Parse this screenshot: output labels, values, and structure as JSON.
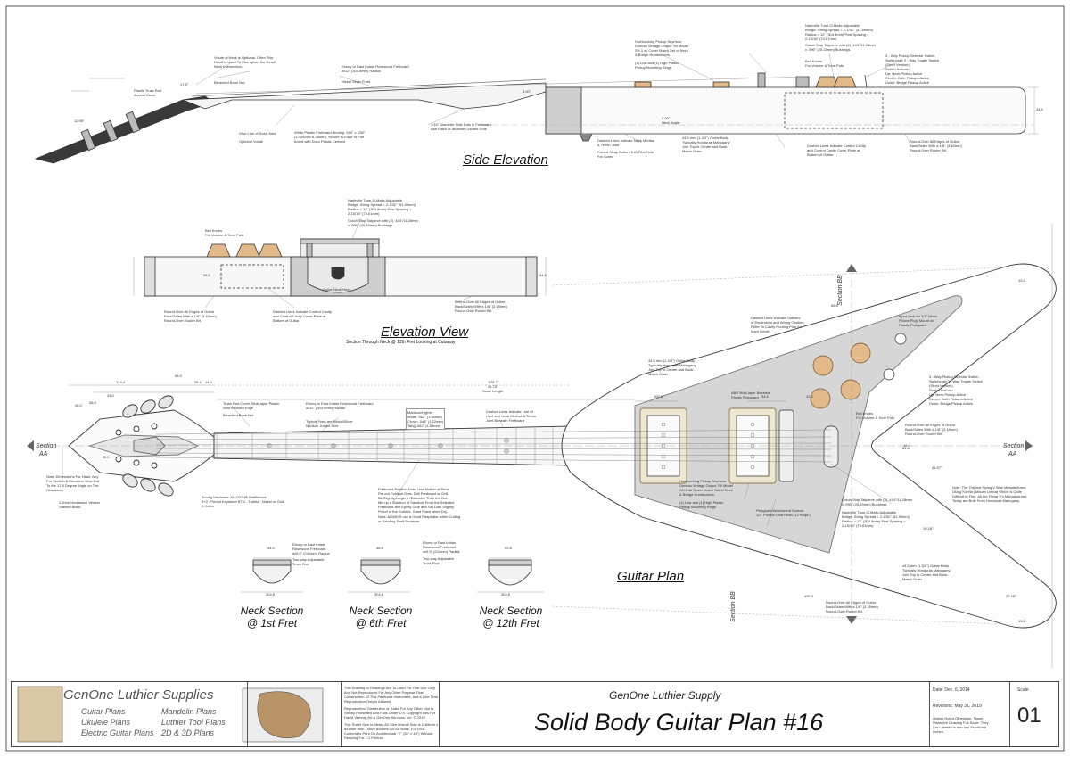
{
  "views": {
    "side_elevation": "Side Elevation",
    "elevation_view": "Elevation View",
    "elevation_subtitle": "Section Through Neck @ 12th Fret Looking at Cutaway",
    "guitar_plan": "Guitar Plan"
  },
  "sections": {
    "neck_1": [
      "Neck Section",
      "@ 1st Fret"
    ],
    "neck_6": [
      "Neck Section",
      "@ 6th Fret"
    ],
    "neck_12": [
      "Neck Section",
      "@ 12th Fret"
    ],
    "marker_left": [
      "Section",
      "AA"
    ],
    "marker_right": [
      "Section",
      "AA"
    ],
    "marker_top": "Section BB",
    "marker_bottom": "Section BB"
  },
  "notes": {
    "volute": "Volute at Neck is Optional. Often This\nDetail is Used To Strengthen the Head/\nNeck Intersection.",
    "bleached_nut": "Bleached Bone Nut",
    "ebony_fb": "Ebony or East Indian Rosewood Fretboard\nw/12\" (304.8mm) Radius",
    "nickel_frets": "Nickel Silver Frets",
    "humbucker_top": "Humbucking Pickup Seymour\nDuncan Vintage Output '59 Model\nSH-1 w/ Cover Match Set of Neck\n& Bridge Humbuckers.",
    "tonematic_top": "Nashville Tune-O-Matic Adjustable\nBridge. String Spread = 2-1/32\" (51.59mm)\nRadius = 12\" (304.8mm) Post Spacing =\n2-15/16\" (74.61mm)",
    "stop_tailpiece": "Gotoh Stop Tailpiece with (2) .444\"/11.28mm\nx .990\" (25.15mm) Bushings",
    "bell_knobs": "Bell Knobs\nFor Volume & Tone Pots",
    "three_way": "3 - Way Pickup Selector Switch\nSwitchcraft 3 - Way Toggle Switch\n(Short Version)\nSwitch Actions:\nUp: Neck Pickup Active\nCenter: Both Pickups Active\nDown: Bridge Pickup Active",
    "scarf": "Glue Line of Scarf Joint",
    "optional_volute": "Optional Volute",
    "binding": "White Plastic Fretboard Binding .040\" x .250\"\n(1.02mm x 6.35mm). Secure to Edge of Fret\nboard with Duco Plastic Cement.",
    "side_dots": "1/16\" Diameter Side Dots in Fretboard\nUse Black or Abalone Colored Dots",
    "neck_angle": "3.00°\nNeck Angle",
    "dashed_mortise": "Dashed Lines Indicate Neck Mortise\n& Tenon Joint",
    "strap_button": "Flatted Strap Button. Drill Pilot Hole\nFor Screw",
    "body_thick": "44.5 mm (1-3/4\") Guitar Body\nTypically Honduras Mahogany\nJoin Top In Center and Book-\nMatch Grain",
    "cavity": "Dashed Lines Indicate Control Cavity\nand Control Cavity Cover Plate at\nBottom of Guitar",
    "roundover": "Round-Over All Edges of Guitar\nBack/Sides With a 1/8\" (3.18mm)\nRound-Over Router Bit.",
    "guitar_neck_heel": "Guitar Neck Heel",
    "tuning": "Tuning Machines: KLUSON® Waffleback\n3+3 - Period Keystone BTN - Tulerio - Nickel or Gold\n3 Holes",
    "headstock_veneer": "1.2mm Headstock Veneer\nStained Black",
    "note_head": "Note: Dimensions For Head Vary\nFor Section & Elevation View Cut\nTo the 17.5 Degree Angle on The\nHeadstock",
    "truss_cover": "Truss Rod Cover, Multi-layer Plastic\nWith Beveled Edge",
    "fret_wire": "Typical Frets are Nickel/Silver\nMedium Jumbo Size",
    "inlays": "Fretboard Position Dots: Use Mother of Pearl\nPre-cut Position Dots. Drill Fretboard w/ Drill\nBit Slightly Larger in Diameter Than the Dot.\nMix up a Solution of Sawdust From the Selected\nFretboard and Epoxy Glue and Set Dots Slightly\nProud of the Surface. Sand Flush when Dry.",
    "respirator": "Note: ALWAYS use a Good Respirator when Cutting\nor Sanding Shell Products.",
    "scale_length": "628.7\n24.75\"\nScale Length",
    "dashed_neck": "Dashed Lines Indicate Line of\nHeel and Neck Mortise & Tenon\nJoint Beneath Fretboard",
    "pickguard": "ABS Multi-layer Beveled\nPlastic Pickguard",
    "jack": "Input Jack for 1/4\" Mono\nPhone Plug. Mount on\nPlastic Pickguard",
    "cavity_top": "Dashed Lines Indicate Outlines\nof Electronics and Wiring Cavities\nRefer To Cavity Routing Plan for\nMore Detail",
    "pg_screws": "Pickguard Attachment Screws\n1/2\" Phillips Oval Head (12 Reqd.)",
    "low_high": "(1) Low and (1) High Plastic\nPickup Mounting Rings",
    "flying_v": "Note: The Original Flying V Was Manufactured\nUsing Korina (African Limba) Which is Quite\nDifficult to Find. All the Flying V's Manufactured\nToday are Built From Honduras Mahogany.",
    "ebony_20": "Ebony or East Indian\nRosewood Fretboard\nw/9.5\" (241mm) Radius",
    "truss_two_way": "Two-way Adjustable\nTruss Rod",
    "plastic_truss_rod": "Plastic Truss Rod\nAccess Cover",
    "madison": "Madison/Higher\nWidth .062\" (1.58mm)\nCrown .048\" (1.22mm)\nTang .062\" (1.58mm)"
  },
  "dimensions": [
    "144.4",
    "98.5",
    "43.0",
    "36.9",
    "28.4",
    "14.0",
    "45.0",
    "11.0",
    "628.7",
    "100.8",
    "34.6",
    "42.5",
    "61.6",
    "41.67°",
    "19.18°",
    "22.45°",
    "44.0",
    "48.8",
    "52.8",
    "304.8",
    "13.2",
    "19.0",
    "44.5",
    "26.2",
    "66.5",
    "490.3",
    "12.96°",
    "3.00°",
    "17.5°"
  ],
  "titleblock": {
    "brand": "GenOne Luthier Supplies",
    "products_left": [
      "Guitar Plans",
      "Ukulele Plans",
      "Electric Guitar Plans"
    ],
    "products_right": [
      "Mandolin Plans",
      "Luthier Tool Plans",
      "2D & 3D Plans"
    ],
    "legal_1": "This Drawing or Drawings Are To Used For One Use Only\nAnd Not Reproduced For Any Other Purpose Than\nConstruction Of This Particular Instrument, and a One Time\nReproduction Only is Allowed.",
    "legal_2": "Reproduction, Distribution or Sales For Any Other Use Is\nStrictly Prohibited And Falls Under U.S Copyright Law For\nDavid Verburg Art & GenOne Services, Inc. © 2019",
    "legal_3": "This Sheet Size Is Metric A0 Size Overall Size is 1189mm x\n841mm With 10mm Borders On All Sides. For USA\nCustomers Print On Architectural \"E\" (36\" x 48\") Without\nResizing For 1:1 Printout",
    "company": "GenOne Luthier Supply",
    "title": "Solid Body Guitar Plan #16",
    "date": "Date: Dec. 6, 2014",
    "revisions": "Revisions: May 31, 2019",
    "units_note": "Unless Noted Otherwise, These\nPlans Are Drawing Full Scale. They\nAre Labeled in mm and Fractional\nInches.",
    "scale_label": "Scale",
    "sheet": "01"
  },
  "colors": {
    "line": "#333333",
    "pickguard": "#d6d6d6",
    "knob": "#e3b98a",
    "pickup_ring": "#efe7d0",
    "body": "#f4f4f4"
  }
}
